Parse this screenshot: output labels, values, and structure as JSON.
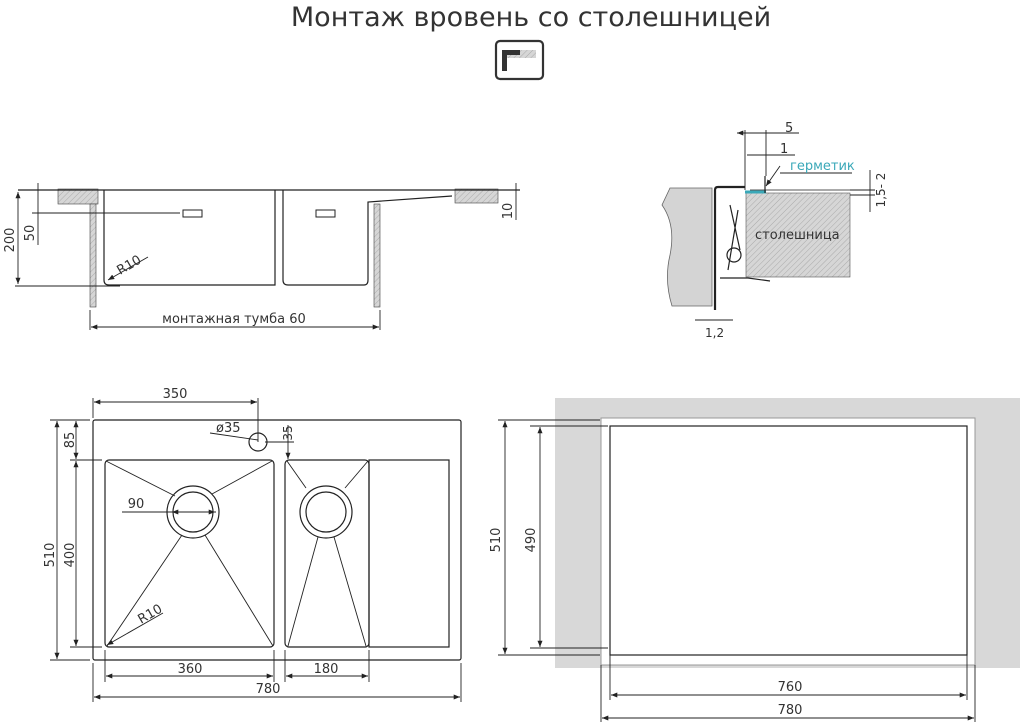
{
  "title": "Монтаж вровень со столешницей",
  "install_icon": "flush-mount-icon",
  "side_view": {
    "dim_height": "200",
    "dim_overflow": "50",
    "dim_rim": "10",
    "radius": "R10",
    "cabinet_label": "монтажная тумба 60"
  },
  "detail_view": {
    "dim_5": "5",
    "dim_1": "1",
    "sealant_label": "герметик",
    "sealant_color": "#3aa8b8",
    "dim_depth": "1,5- 2",
    "countertop_label": "столешница",
    "dim_thickness": "1,2"
  },
  "plan_view": {
    "dim_tap_offset": "350",
    "tap_hole": "ø35",
    "dim_tap_edge": "35",
    "dim_85": "85",
    "dim_400": "400",
    "dim_510": "510",
    "drain": "90",
    "radius": "R10",
    "dim_360": "360",
    "dim_180": "180",
    "dim_780": "780"
  },
  "cutout_view": {
    "dim_510": "510",
    "dim_490": "490",
    "dim_760": "760",
    "dim_780": "780"
  }
}
